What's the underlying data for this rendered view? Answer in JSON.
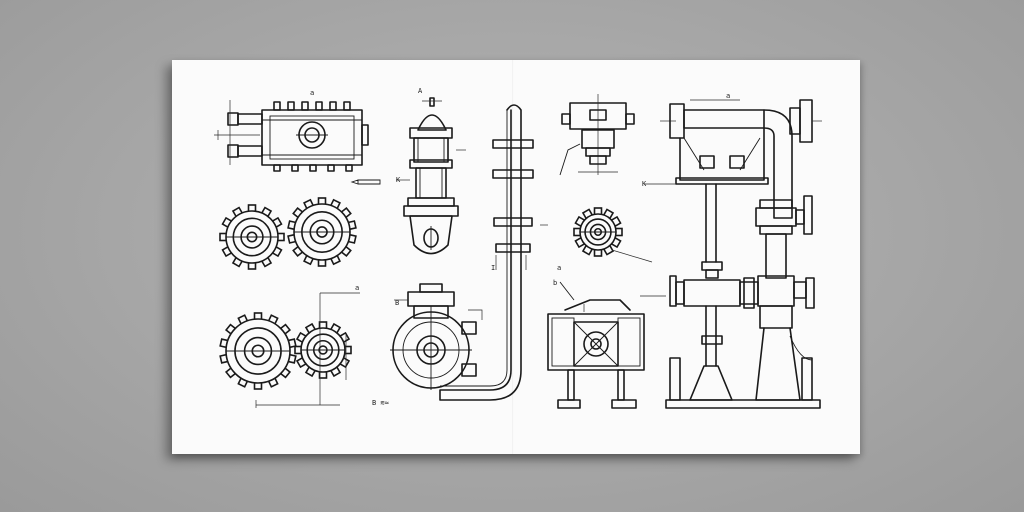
{
  "labels": {
    "bottom_label": "B ≋≈",
    "scribble_a": "A",
    "scribble_b": "a",
    "scribble_c": "B"
  },
  "colors": {
    "background": "#a8a8a8",
    "sheet": "#fbfbfb",
    "ink": "#1a1a1a"
  }
}
